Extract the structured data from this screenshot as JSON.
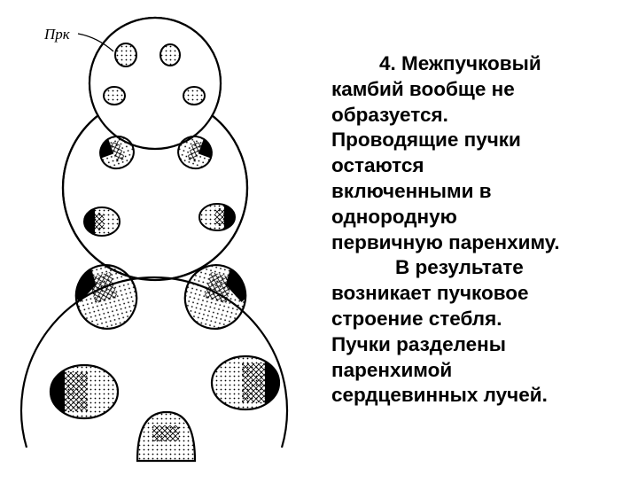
{
  "figure": {
    "label": "Прк",
    "description_icon": "stem-cross-section-diagram"
  },
  "text": {
    "lines": [
      "4. Межпучковый",
      "камбий вообще не",
      "образуется.",
      "Проводящие пучки",
      "остаются",
      "включенными в",
      "однородную",
      "первичную паренхиму.",
      "В результате",
      "возникает пучковое",
      "строение стебля.",
      "Пучки разделены",
      "паренхимой",
      "сердцевинных лучей."
    ]
  }
}
